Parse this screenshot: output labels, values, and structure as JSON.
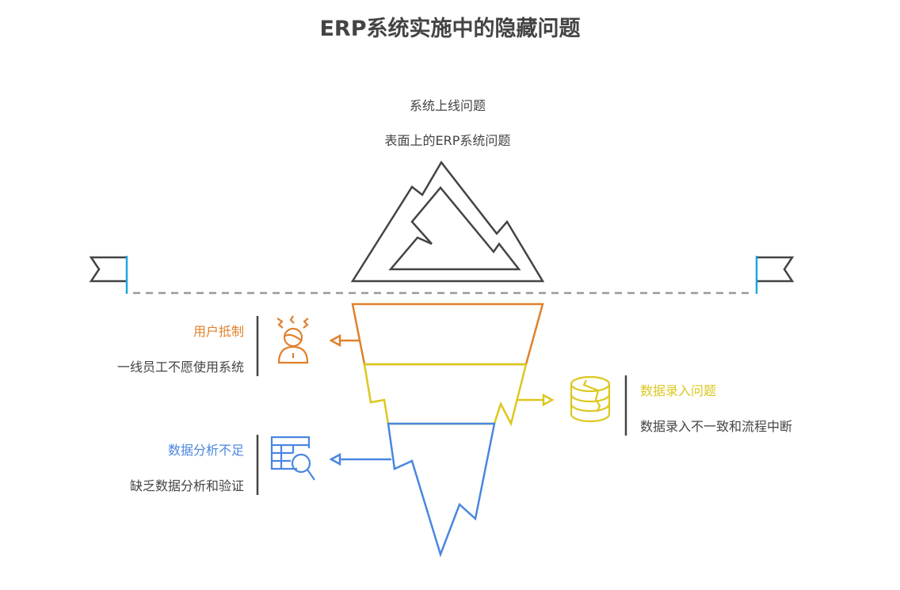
{
  "title": "ERP系统实施中的隐藏问题",
  "tip": {
    "heading": "系统上线问题",
    "subtitle": "表面上的ERP系统问题"
  },
  "layers": [
    {
      "heading": "用户抵制",
      "description": "一线员工不愿使用系统",
      "color": "#E0802C",
      "icon": "stressed-person-icon"
    },
    {
      "heading": "数据录入问题",
      "description": "数据录入不一致和流程中断",
      "color": "#DCC71E",
      "icon": "cracked-database-icon"
    },
    {
      "heading": "数据分析不足",
      "description": "缺乏数据分析和验证",
      "color": "#4A86E0",
      "icon": "table-search-icon"
    }
  ],
  "colors": {
    "ink": "#444444",
    "waterline": "#999999",
    "pole": "#1EA7E0"
  }
}
